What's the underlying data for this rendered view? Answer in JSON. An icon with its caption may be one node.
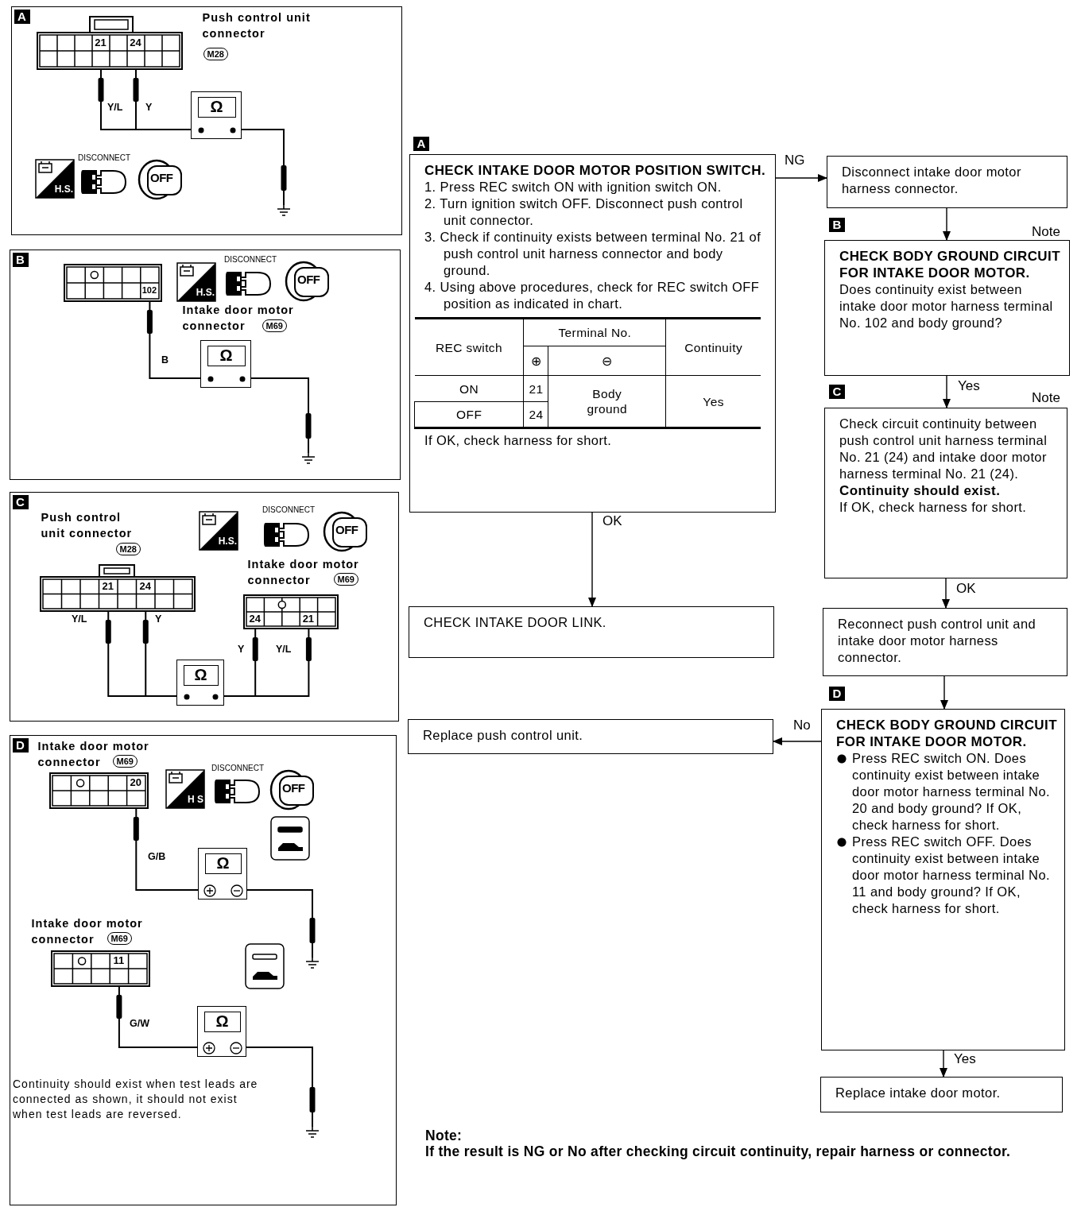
{
  "diagram": {
    "nodes": [
      {
        "text": [
          "CHECK INTAKE DOOR MOTOR POSITION SWITCH.",
          "1. Press REC switch ON with ignition switch ON.",
          "2. Turn ignition switch OFF. Disconnect push control unit connector.",
          "3. Check if continuity exists between terminal No. 21 of push control unit harness connector and body ground.",
          "4. Using above procedures, check for REC switch OFF position as indicated in chart.",
          "If OK, check harness for short."
        ],
        "beside": [
          "A"
        ]
      },
      {
        "text": [
          "Disconnect intake door motor harness connector."
        ]
      },
      {
        "text": [
          "CHECK BODY GROUND CIRCUIT FOR INTAKE DOOR MOTOR.",
          "Does continuity exist between intake door motor harness terminal No. 102 and body ground?"
        ],
        "beside": [
          "B",
          "Note"
        ]
      },
      {
        "text": [
          "Check circuit continuity between push control unit harness terminal No. 21 (24) and intake door motor harness terminal No. 21 (24).",
          "Continuity should exist.",
          "If OK, check harness for short."
        ],
        "beside": [
          "C",
          "Note"
        ]
      },
      {
        "text": [
          "CHECK INTAKE DOOR LINK."
        ]
      },
      {
        "text": [
          "Reconnect push control unit and intake door motor harness connector."
        ]
      },
      {
        "text": [
          "CHECK BODY GROUND CIRCUIT FOR INTAKE DOOR MOTOR.",
          "Press REC switch ON. Does continuity exist between intake door motor harness terminal No. 20 and body ground? If OK, check harness for short.",
          "Press REC switch OFF. Does continuity exist between intake door motor harness terminal No. 11 and body ground? If OK, check harness for short."
        ],
        "beside": [
          "D"
        ]
      },
      {
        "text": [
          "Replace push control unit."
        ]
      },
      {
        "text": [
          "Replace intake door motor."
        ]
      },
      {
        "text": [
          "A"
        ]
      },
      {
        "text": [
          "21",
          "24"
        ],
        "beside": [
          "Push control unit connector",
          "M28"
        ],
        "in": 9
      },
      {
        "text": [
          "Ω"
        ],
        "in": 9
      },
      {
        "text": [],
        "shape": "ground",
        "in": 9
      },
      {
        "text": [
          "B"
        ]
      },
      {
        "text": [
          "102"
        ],
        "beside": [
          "Intake door motor connector",
          "M69"
        ],
        "in": 13
      },
      {
        "text": [
          "Ω"
        ],
        "in": 13
      },
      {
        "text": [],
        "shape": "ground",
        "in": 13
      },
      {
        "text": [
          "C"
        ]
      },
      {
        "text": [
          "21",
          "24"
        ],
        "beside": [
          "Push control unit connector",
          "M28"
        ],
        "in": 17
      },
      {
        "text": [
          "24",
          "21"
        ],
        "beside": [
          "Intake door motor connector",
          "M69"
        ],
        "in": 17
      },
      {
        "text": [
          "Ω"
        ],
        "in": 17
      },
      {
        "text": [
          "D"
        ]
      },
      {
        "text": [
          "20"
        ],
        "beside": [
          "Intake door motor connector",
          "M69"
        ],
        "in": 21
      },
      {
        "text": [
          "Ω"
        ],
        "in": 21
      },
      {
        "text": [],
        "shape": "ground",
        "in": 21
      },
      {
        "text": [
          "11"
        ],
        "beside": [
          "Intake door motor connector",
          "M69"
        ],
        "in": 21
      },
      {
        "text": [
          "Ω"
        ],
        "in": 21
      },
      {
        "text": [],
        "shape": "ground",
        "in": 21
      }
    ],
    "edges": [
      {
        "from": 0,
        "to": 1,
        "arrow": "to",
        "label": "NG"
      },
      {
        "from": 1,
        "to": 2,
        "arrow": "to"
      },
      {
        "from": 2,
        "to": 3,
        "arrow": "to",
        "label": "Yes"
      },
      {
        "from": 3,
        "to": 5,
        "arrow": "to",
        "label": "OK"
      },
      {
        "from": 0,
        "to": 4,
        "arrow": "to",
        "label": "OK"
      },
      {
        "from": 5,
        "to": 6,
        "arrow": "to"
      },
      {
        "from": 6,
        "to": 7,
        "arrow": "to",
        "label": "No"
      },
      {
        "from": 6,
        "to": 8,
        "arrow": "to",
        "label": "Yes"
      },
      {
        "from": 10,
        "to": 11,
        "arrow": "none",
        "label": "Y/L"
      },
      {
        "from": 10,
        "to": 11,
        "arrow": "none",
        "label": "Y"
      },
      {
        "from": 11,
        "to": 12,
        "arrow": "none"
      },
      {
        "from": 14,
        "to": 15,
        "arrow": "none",
        "label": "B"
      },
      {
        "from": 15,
        "to": 16,
        "arrow": "none"
      },
      {
        "from": 18,
        "to": 20,
        "arrow": "none",
        "label": "Y/L"
      },
      {
        "from": 18,
        "to": 20,
        "arrow": "none",
        "label": "Y"
      },
      {
        "from": 19,
        "to": 20,
        "arrow": "none",
        "label": "Y"
      },
      {
        "from": 19,
        "to": 20,
        "arrow": "none",
        "label": "Y/L"
      },
      {
        "from": 22,
        "to": 23,
        "arrow": "none",
        "label": "G/B"
      },
      {
        "from": 23,
        "to": 24,
        "arrow": "none"
      },
      {
        "from": 25,
        "to": 26,
        "arrow": "none",
        "label": "G/W"
      },
      {
        "from": 26,
        "to": 27,
        "arrow": "none"
      }
    ],
    "labels": [
      "H.S.",
      "DISCONNECT",
      "OFF",
      "H.S.",
      "DISCONNECT",
      "OFF",
      "H.S.",
      "DISCONNECT",
      "OFF",
      "H S",
      "DISCONNECT",
      "OFF",
      "Continuity should exist when test leads are connected as shown, it should not exist when test leads are reversed.",
      "REC switch",
      "Terminal No.",
      "Continuity",
      "⊕",
      "⊖",
      "ON",
      "21",
      "Body ground",
      "Yes",
      "OFF",
      "24",
      "Note:",
      "If the result is NG or No after checking circuit continuity, repair harness or connector."
    ]
  }
}
